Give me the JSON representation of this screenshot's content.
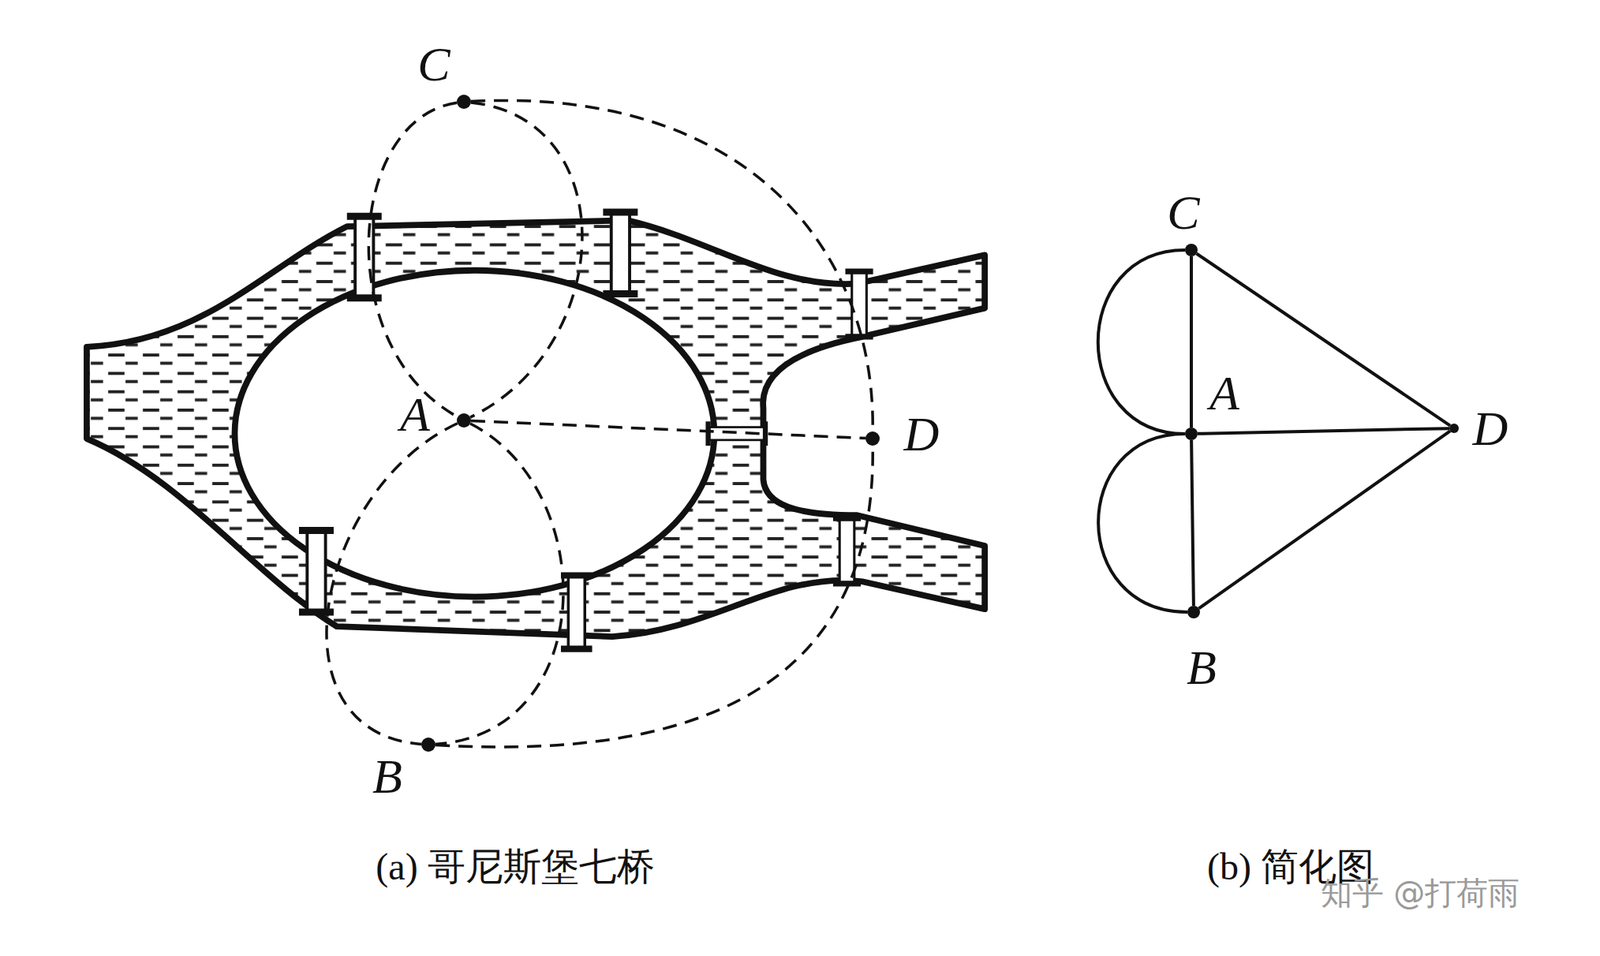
{
  "diagram": {
    "nodes": [
      {
        "text": [
          "C"
        ]
      },
      {
        "text": [
          "A"
        ]
      },
      {
        "text": [
          "D"
        ]
      },
      {
        "text": [
          "B"
        ]
      },
      {
        "text": [
          "C"
        ]
      },
      {
        "text": [
          "A"
        ]
      },
      {
        "text": [
          "D"
        ]
      },
      {
        "text": [
          "B"
        ]
      }
    ],
    "edges": [
      {
        "from": 0,
        "to": 1,
        "arrow": "none"
      },
      {
        "from": 0,
        "to": 1,
        "arrow": "none"
      },
      {
        "from": 1,
        "to": 3,
        "arrow": "none"
      },
      {
        "from": 1,
        "to": 3,
        "arrow": "none"
      },
      {
        "from": 1,
        "to": 2,
        "arrow": "none"
      },
      {
        "from": 0,
        "to": 2,
        "arrow": "none"
      },
      {
        "from": 3,
        "to": 2,
        "arrow": "none"
      },
      {
        "from": 4,
        "to": 5,
        "arrow": "none"
      },
      {
        "from": 4,
        "to": 5,
        "arrow": "none"
      },
      {
        "from": 5,
        "to": 7,
        "arrow": "none"
      },
      {
        "from": 5,
        "to": 7,
        "arrow": "none"
      },
      {
        "from": 4,
        "to": 6,
        "arrow": "none"
      },
      {
        "from": 5,
        "to": 6,
        "arrow": "none"
      },
      {
        "from": 7,
        "to": 6,
        "arrow": "none"
      }
    ],
    "labels": [
      "(a) 哥尼斯堡七桥",
      "(b) 简化图",
      "知乎 @打荷雨"
    ]
  }
}
